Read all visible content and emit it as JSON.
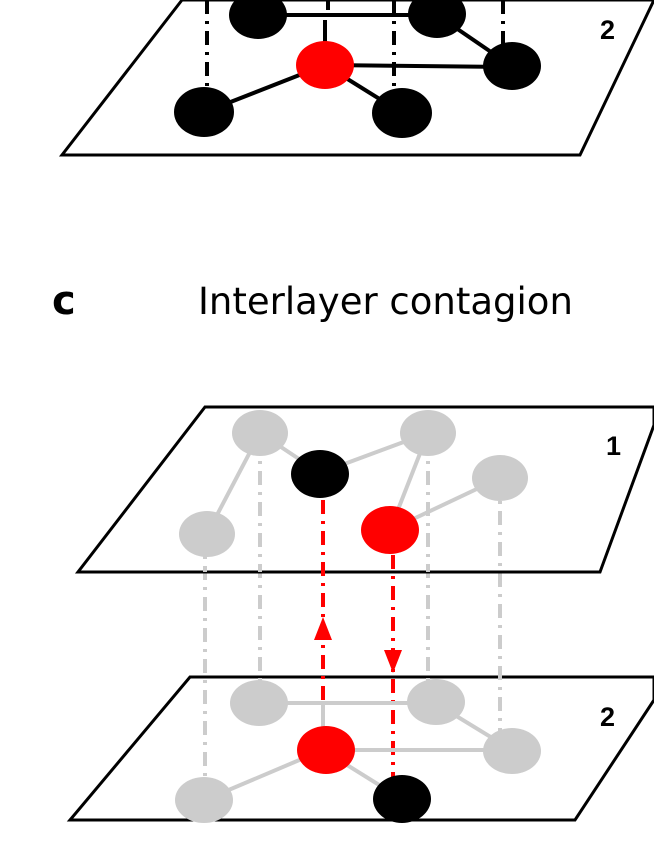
{
  "top_panel": {
    "layer_label": "2"
  },
  "panel_c": {
    "letter": "c",
    "title": "Interlayer contagion",
    "upper_layer_label": "1",
    "lower_layer_label": "2"
  },
  "colors": {
    "infected": "#ff0000",
    "active": "#000000",
    "inactive": "#cccccc",
    "plane_stroke": "#000000"
  }
}
